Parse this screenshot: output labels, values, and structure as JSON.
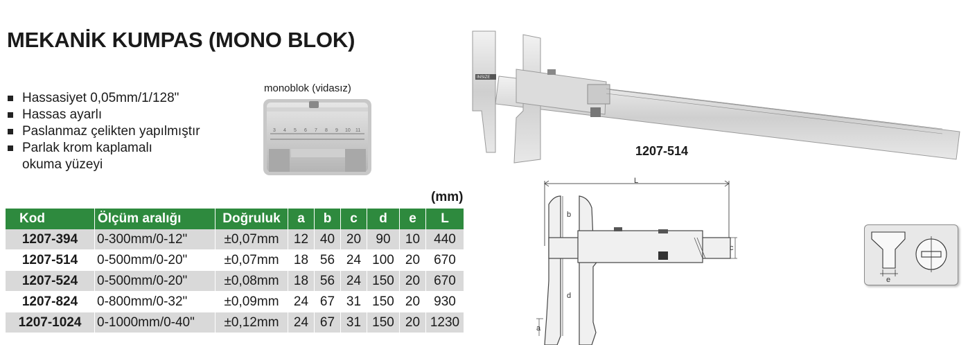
{
  "title": "MEKANİK KUMPAS (MONO BLOK)",
  "features": [
    "Hassasiyet 0,05mm/1/128\"",
    "Hassas ayarlı",
    "Paslanmaz çelikten yapılmıştır",
    "Parlak krom kaplamalı",
    "okuma yüzeyi"
  ],
  "monoblock_label": "monoblok (vidasız)",
  "photo_model_label": "1207-514",
  "unit": "(mm)",
  "table": {
    "headers": [
      "Kod",
      "Ölçüm aralığı",
      "Doğruluk",
      "a",
      "b",
      "c",
      "d",
      "e",
      "L"
    ],
    "rows": [
      [
        "1207-394",
        "0-300mm/0-12\"",
        "±0,07mm",
        "12",
        "40",
        "20",
        "90",
        "10",
        "440"
      ],
      [
        "1207-514",
        "0-500mm/0-20\"",
        "±0,07mm",
        "18",
        "56",
        "24",
        "100",
        "20",
        "670"
      ],
      [
        "1207-524",
        "0-500mm/0-20\"",
        "±0,08mm",
        "18",
        "56",
        "24",
        "150",
        "20",
        "670"
      ],
      [
        "1207-824",
        "0-800mm/0-32\"",
        "±0,09mm",
        "24",
        "67",
        "31",
        "150",
        "20",
        "930"
      ],
      [
        "1207-1024",
        "0-1000mm/0-40\"",
        "±0,12mm",
        "24",
        "67",
        "31",
        "150",
        "20",
        "1230"
      ]
    ]
  },
  "diagram_labels": {
    "L": "L",
    "b": "b",
    "c": "c",
    "d": "d",
    "a": "a",
    "e": "e"
  },
  "photo_brand": "INSIZE",
  "scale_numbers": [
    "3",
    "4",
    "5",
    "6",
    "7",
    "8",
    "9",
    "10",
    "11"
  ]
}
